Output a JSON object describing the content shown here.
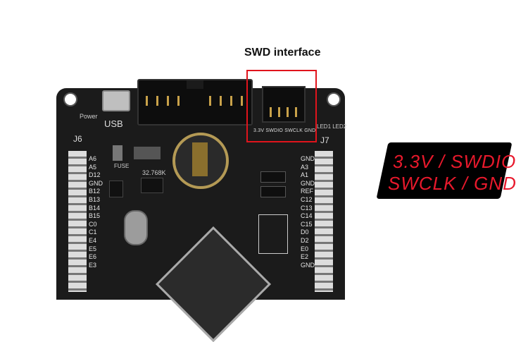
{
  "annotation": {
    "title": "SWD interface",
    "box_color": "#e0141c"
  },
  "callout": {
    "line1": "3.3V / SWDIO",
    "line2": "SWCLK  / GND",
    "text_color": "#e8192c"
  },
  "board": {
    "usb_label": "USB",
    "power_label": "Power",
    "swd_pin_labels": "3.3V SWDIO SWCLK GND",
    "led_labels": "LED1 LED2",
    "j6_label": "J6",
    "j7_label": "J7",
    "fuse_label": "FUSE",
    "xtal_label": "32.768K",
    "left_pins": "A6\nA5\nD12\nGND\nB12\nB13\nB14\nB15\nC0\nC1\nE4\nE5\nE6\nE3",
    "right_pins": "GND\nA3\nA1\nGND\nREF\nC12\nC13\nC14\nC15\nD0\nD2\nE0\nE2\nGND"
  }
}
